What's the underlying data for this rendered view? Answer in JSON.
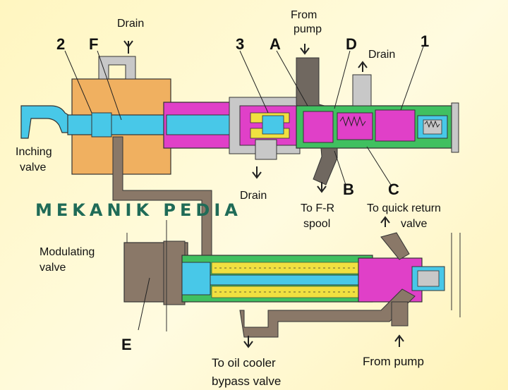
{
  "labels": {
    "drain_top": "Drain",
    "from_pump_top": "From\npump",
    "drain_right": "Drain",
    "drain_bottom_mid": "Drain",
    "inching_valve": "Inching\nvalve",
    "to_fr_spool": "To F-R\nspool",
    "to_quick_return": "To quick return\nvalve",
    "modulating_valve": "Modulating\nvalve",
    "to_oil_cooler": "To oil cooler\nbypass valve",
    "from_pump_bottom": "From pump"
  },
  "callouts": {
    "n1": "1",
    "n2": "2",
    "n3": "3",
    "A": "A",
    "B": "B",
    "C": "C",
    "D": "D",
    "E": "E",
    "F": "F"
  },
  "watermark": "MEKANIK PEDIA",
  "colors": {
    "body_orange": "#f0b060",
    "cyan": "#48c8e8",
    "magenta": "#e040c8",
    "green": "#40c060",
    "dark_gray": "#706860",
    "light_gray": "#c8c8c8",
    "yellow": "#f0e040",
    "brown": "#8a7868"
  }
}
